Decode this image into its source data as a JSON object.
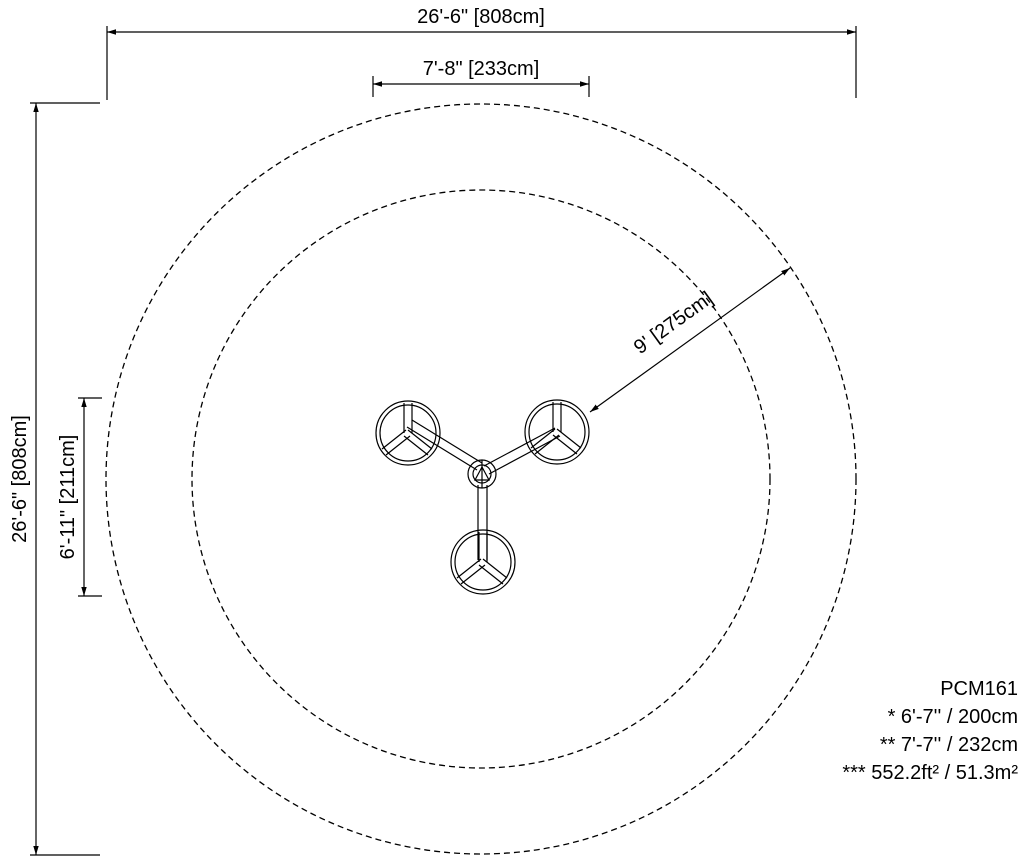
{
  "dimensions": {
    "overall_width": "26'-6\" [808cm]",
    "inner_width": "7'-8\" [233cm]",
    "radius": "9' [275cm]",
    "overall_height": "26'-6\" [808cm]",
    "inner_height": "6'-11\" [211cm]"
  },
  "notes": {
    "model": "PCM161",
    "line1": "* 6'-7'' / 200cm",
    "line2": "** 7'-7'' / 232cm",
    "line3": "*** 552.2ft² / 51.3m²"
  },
  "colors": {
    "ink": "#000000",
    "background": "#ffffff"
  }
}
